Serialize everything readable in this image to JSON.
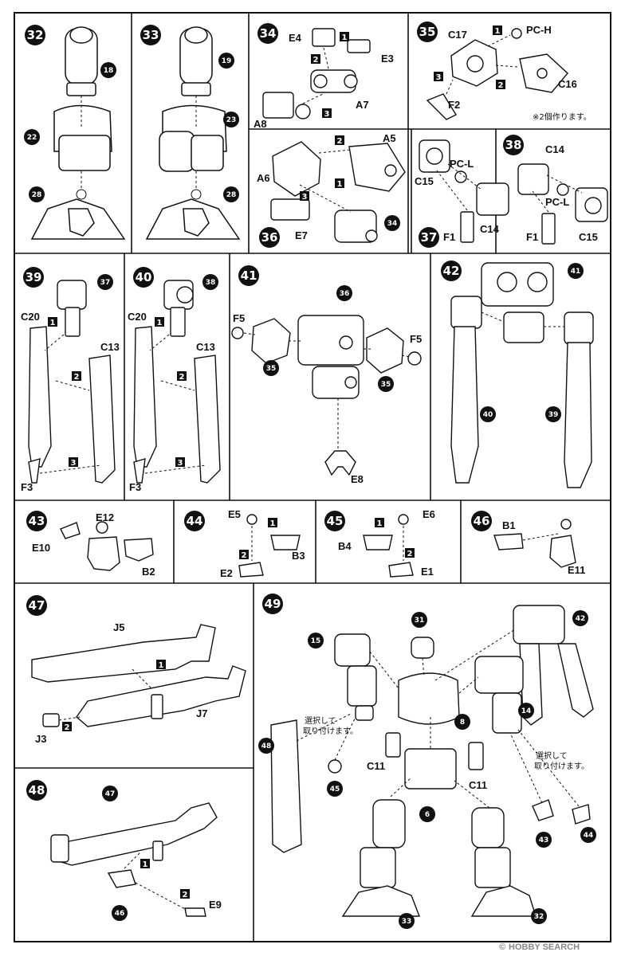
{
  "panels": [
    {
      "id": "p32",
      "number": "32",
      "refs": [
        "18",
        "22",
        "28"
      ],
      "labels": []
    },
    {
      "id": "p33",
      "number": "33",
      "refs": [
        "19",
        "23",
        "28"
      ],
      "labels": []
    },
    {
      "id": "p34",
      "number": "34",
      "refs": [],
      "labels": [
        "E4",
        "E3",
        "A7",
        "A8"
      ],
      "steps": [
        "1",
        "2",
        "3"
      ]
    },
    {
      "id": "p35",
      "number": "35",
      "refs": [],
      "labels": [
        "C17",
        "PC-H",
        "C16",
        "F2"
      ],
      "steps": [
        "1",
        "2",
        "3"
      ],
      "note": "※2個作ります。"
    },
    {
      "id": "p36",
      "number": "36",
      "refs": [
        "34"
      ],
      "labels": [
        "A6",
        "A5",
        "E7"
      ],
      "steps": [
        "1",
        "2",
        "3"
      ]
    },
    {
      "id": "p37",
      "number": "37",
      "refs": [],
      "labels": [
        "PC-L",
        "C15",
        "C14",
        "F1"
      ]
    },
    {
      "id": "p38",
      "number": "38",
      "refs": [],
      "labels": [
        "C14",
        "PC-L",
        "F1",
        "C15"
      ]
    },
    {
      "id": "p39",
      "number": "39",
      "refs": [
        "37"
      ],
      "labels": [
        "C20",
        "C13",
        "F3"
      ],
      "steps": [
        "1",
        "2",
        "3"
      ]
    },
    {
      "id": "p40",
      "number": "40",
      "refs": [
        "38"
      ],
      "labels": [
        "C20",
        "C13",
        "F3"
      ],
      "steps": [
        "1",
        "2",
        "3"
      ]
    },
    {
      "id": "p41",
      "number": "41",
      "refs": [
        "36",
        "35",
        "35"
      ],
      "labels": [
        "F5",
        "F5",
        "E8"
      ]
    },
    {
      "id": "p42",
      "number": "42",
      "refs": [
        "41",
        "40",
        "39"
      ],
      "labels": []
    },
    {
      "id": "p43",
      "number": "43",
      "refs": [],
      "labels": [
        "E12",
        "E10",
        "B2"
      ]
    },
    {
      "id": "p44",
      "number": "44",
      "refs": [],
      "labels": [
        "E5",
        "B3",
        "E2"
      ],
      "steps": [
        "1",
        "2"
      ]
    },
    {
      "id": "p45",
      "number": "45",
      "refs": [],
      "labels": [
        "E6",
        "B4",
        "E1"
      ],
      "steps": [
        "1",
        "2"
      ]
    },
    {
      "id": "p46",
      "number": "46",
      "refs": [],
      "labels": [
        "B1",
        "E11"
      ]
    },
    {
      "id": "p47",
      "number": "47",
      "refs": [],
      "labels": [
        "J5",
        "J7",
        "J3"
      ],
      "steps": [
        "1",
        "2"
      ]
    },
    {
      "id": "p48",
      "number": "48",
      "refs": [
        "47",
        "46"
      ],
      "labels": [
        "E9"
      ],
      "steps": [
        "1",
        "2"
      ]
    },
    {
      "id": "p49",
      "number": "49",
      "refs": [
        "31",
        "42",
        "15",
        "8",
        "14",
        "48",
        "45",
        "6",
        "43",
        "44",
        "33",
        "32"
      ],
      "labels": [
        "C11",
        "C11"
      ],
      "notes": [
        "選択して",
        "取り付けます。",
        "選択して",
        "取り付けます。"
      ]
    }
  ],
  "watermark": {
    "copyright": "©",
    "brand": "HOBBY SEARCH"
  }
}
